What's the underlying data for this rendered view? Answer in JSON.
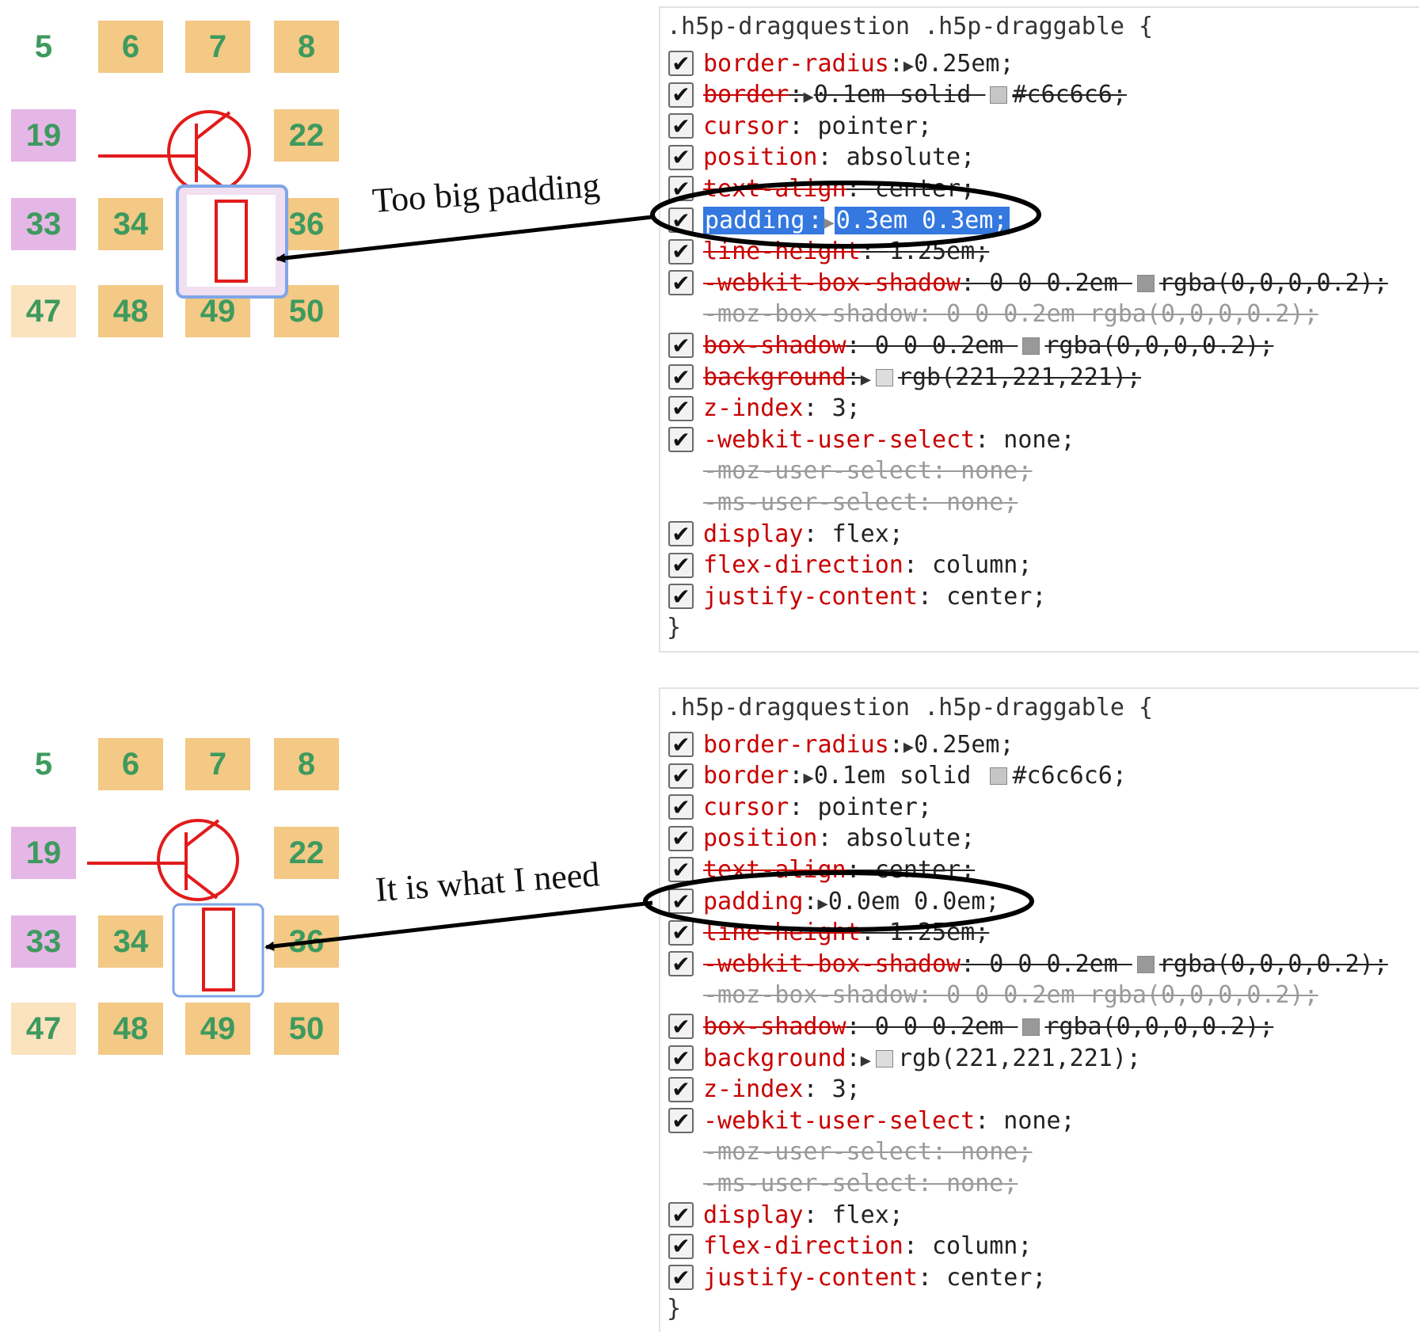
{
  "top": {
    "grid": {
      "rows": [
        [
          {
            "n": "5",
            "style": "plain"
          },
          {
            "n": "6",
            "style": "orange"
          },
          {
            "n": "7",
            "style": "orange"
          },
          {
            "n": "8",
            "style": "orange"
          }
        ],
        [
          {
            "n": "19",
            "style": "pink"
          },
          {
            "n": "",
            "style": "plain"
          },
          {
            "n": "",
            "style": "plain"
          },
          {
            "n": "22",
            "style": "orange"
          }
        ],
        [
          {
            "n": "33",
            "style": "pink"
          },
          {
            "n": "34",
            "style": "orange"
          },
          {
            "n": "",
            "style": "plain"
          },
          {
            "n": "36",
            "style": "orange"
          }
        ],
        [
          {
            "n": "47",
            "style": "light"
          },
          {
            "n": "48",
            "style": "orange"
          },
          {
            "n": "49",
            "style": "orange"
          },
          {
            "n": "50",
            "style": "orange"
          }
        ]
      ]
    },
    "annotation": "Too big padding",
    "panel": {
      "selector": ".h5p-dragquestion .h5p-draggable {",
      "rules": [
        {
          "prop": "border-radius",
          "sep": ":",
          "val": "0.25em;",
          "tri": true,
          "state": "on"
        },
        {
          "prop": "border",
          "sep": ":",
          "val": "0.1em solid ",
          "swatch": "#c6c6c6",
          "val2": "#c6c6c6;",
          "tri": true,
          "state": "struck"
        },
        {
          "prop": "cursor",
          "sep": ": ",
          "val": "pointer;",
          "state": "on"
        },
        {
          "prop": "position",
          "sep": ": ",
          "val": "absolute;",
          "state": "on"
        },
        {
          "prop": "text-align",
          "sep": ": ",
          "val": "center;",
          "state": "struck"
        },
        {
          "prop": "padding",
          "sep": ":",
          "val": "0.3em 0.3em;",
          "tri": true,
          "state": "highlight"
        },
        {
          "prop": "line-height",
          "sep": ": ",
          "val": "1.25em;",
          "state": "struck"
        },
        {
          "prop": "-webkit-box-shadow",
          "sep": ": ",
          "val": "0 0 0.2em ",
          "swatch": "#999999",
          "val2": "rgba(0,0,0,0.2);",
          "state": "struck"
        },
        {
          "prop": "-moz-box-shadow",
          "sep": ": ",
          "val": "0 0 0.2em rgba(0,0,0,0.2);",
          "state": "moz"
        },
        {
          "prop": "box-shadow",
          "sep": ": ",
          "val": "0 0 0.2em ",
          "swatch": "#999999",
          "val2": "rgba(0,0,0,0.2);",
          "state": "struck"
        },
        {
          "prop": "background",
          "sep": ":",
          "val": "",
          "swatch": "#dddddd",
          "val2": "rgb(221,221,221);",
          "tri": true,
          "state": "struck"
        },
        {
          "prop": "z-index",
          "sep": ": ",
          "val": "3;",
          "state": "on"
        },
        {
          "prop": "-webkit-user-select",
          "sep": ": ",
          "val": "none;",
          "state": "on"
        },
        {
          "prop": "-moz-user-select",
          "sep": ": ",
          "val": "none;",
          "state": "moz"
        },
        {
          "prop": "-ms-user-select",
          "sep": ": ",
          "val": "none;",
          "state": "moz"
        },
        {
          "prop": "display",
          "sep": ": ",
          "val": "flex;",
          "state": "on"
        },
        {
          "prop": "flex-direction",
          "sep": ": ",
          "val": "column;",
          "state": "on"
        },
        {
          "prop": "justify-content",
          "sep": ": ",
          "val": "center;",
          "state": "on"
        }
      ],
      "closing": "}"
    }
  },
  "bottom": {
    "grid": {
      "rows": [
        [
          {
            "n": "5",
            "style": "plain"
          },
          {
            "n": "6",
            "style": "orange"
          },
          {
            "n": "7",
            "style": "orange"
          },
          {
            "n": "8",
            "style": "orange"
          }
        ],
        [
          {
            "n": "19",
            "style": "pink"
          },
          {
            "n": "",
            "style": "plain"
          },
          {
            "n": "",
            "style": "plain"
          },
          {
            "n": "22",
            "style": "orange"
          }
        ],
        [
          {
            "n": "33",
            "style": "pink"
          },
          {
            "n": "34",
            "style": "orange"
          },
          {
            "n": "",
            "style": "plain"
          },
          {
            "n": "36",
            "style": "orange"
          }
        ],
        [
          {
            "n": "47",
            "style": "light"
          },
          {
            "n": "48",
            "style": "orange"
          },
          {
            "n": "49",
            "style": "orange"
          },
          {
            "n": "50",
            "style": "orange"
          }
        ]
      ]
    },
    "annotation": "It is what I need",
    "panel": {
      "selector": ".h5p-dragquestion .h5p-draggable {",
      "rules": [
        {
          "prop": "border-radius",
          "sep": ":",
          "val": "0.25em;",
          "tri": true,
          "state": "on"
        },
        {
          "prop": "border",
          "sep": ":",
          "val": "0.1em solid ",
          "swatch": "#c6c6c6",
          "val2": "#c6c6c6;",
          "tri": true,
          "state": "on"
        },
        {
          "prop": "cursor",
          "sep": ": ",
          "val": "pointer;",
          "state": "on"
        },
        {
          "prop": "position",
          "sep": ": ",
          "val": "absolute;",
          "state": "on"
        },
        {
          "prop": "text-align",
          "sep": ": ",
          "val": "center;",
          "state": "struck"
        },
        {
          "prop": "padding",
          "sep": ":",
          "val": "0.0em 0.0em;",
          "tri": true,
          "state": "on"
        },
        {
          "prop": "line-height",
          "sep": ": ",
          "val": "1.25em;",
          "state": "struck"
        },
        {
          "prop": "-webkit-box-shadow",
          "sep": ": ",
          "val": "0 0 0.2em ",
          "swatch": "#999999",
          "val2": "rgba(0,0,0,0.2);",
          "state": "struck"
        },
        {
          "prop": "-moz-box-shadow",
          "sep": ": ",
          "val": "0 0 0.2em rgba(0,0,0,0.2);",
          "state": "moz"
        },
        {
          "prop": "box-shadow",
          "sep": ": ",
          "val": "0 0 0.2em ",
          "swatch": "#999999",
          "val2": "rgba(0,0,0,0.2);",
          "state": "struck"
        },
        {
          "prop": "background",
          "sep": ":",
          "val": "",
          "swatch": "#dddddd",
          "val2": "rgb(221,221,221);",
          "tri": true,
          "state": "on"
        },
        {
          "prop": "z-index",
          "sep": ": ",
          "val": "3;",
          "state": "on"
        },
        {
          "prop": "-webkit-user-select",
          "sep": ": ",
          "val": "none;",
          "state": "on"
        },
        {
          "prop": "-moz-user-select",
          "sep": ": ",
          "val": "none;",
          "state": "moz"
        },
        {
          "prop": "-ms-user-select",
          "sep": ": ",
          "val": "none;",
          "state": "moz"
        },
        {
          "prop": "display",
          "sep": ": ",
          "val": "flex;",
          "state": "on"
        },
        {
          "prop": "flex-direction",
          "sep": ": ",
          "val": "column;",
          "state": "on"
        },
        {
          "prop": "justify-content",
          "sep": ": ",
          "val": "center;",
          "state": "on"
        }
      ],
      "closing": "}"
    }
  },
  "colors": {
    "cell_text": "#3e9a5e",
    "orange": "#f3c985",
    "pink": "#e4b7e6",
    "prop": "#c80000",
    "highlight": "#3478e0",
    "symbol": "#e21b1b",
    "select_box": "#7ea6e8"
  },
  "icons": {
    "checkbox": "checkmark-icon",
    "expand": "triangle-right-icon",
    "transistor": "transistor-symbol",
    "resistor": "resistor-symbol"
  }
}
